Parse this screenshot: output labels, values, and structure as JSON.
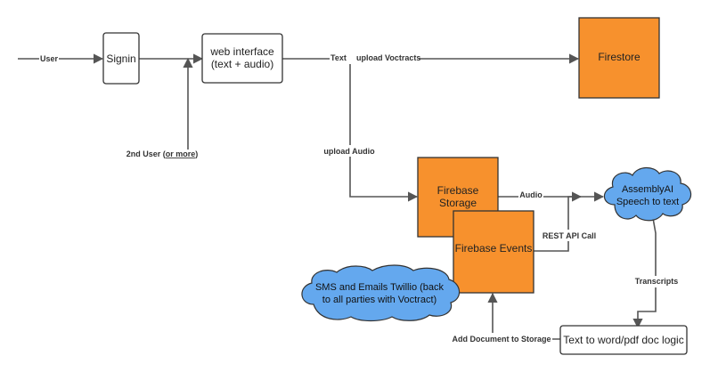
{
  "colors": {
    "orange": "#f7912d",
    "blue_cloud": "#64a8ee",
    "edge": "#555555",
    "box_stroke": "#333333"
  },
  "nodes": {
    "signin": "Signin",
    "web_interface_line1": "web interface",
    "web_interface_line2": "(text + audio)",
    "firestore": "Firestore",
    "firebase_storage_line1": "Firebase",
    "firebase_storage_line2": "Storage",
    "firebase_events": "Firebase Events",
    "assemblyai_line1": "AssemblyAI",
    "assemblyai_line2": "Speech to text",
    "sms_line1": "SMS and Emails Twillio (back",
    "sms_line2": "to all parties with Voctract)",
    "doc_logic": "Text to word/pdf doc logic"
  },
  "edge_labels": {
    "user": "User",
    "second_user_prefix": "2nd User (",
    "second_user_link": "or more",
    "second_user_suffix": ")",
    "text": "Text",
    "upload_voctracts": "upload Voctracts",
    "upload_audio": "upload Audio",
    "audio": "Audio",
    "rest_api_call": "REST API Call",
    "transcripts": "Transcripts",
    "add_document": "Add Document to Storage"
  }
}
